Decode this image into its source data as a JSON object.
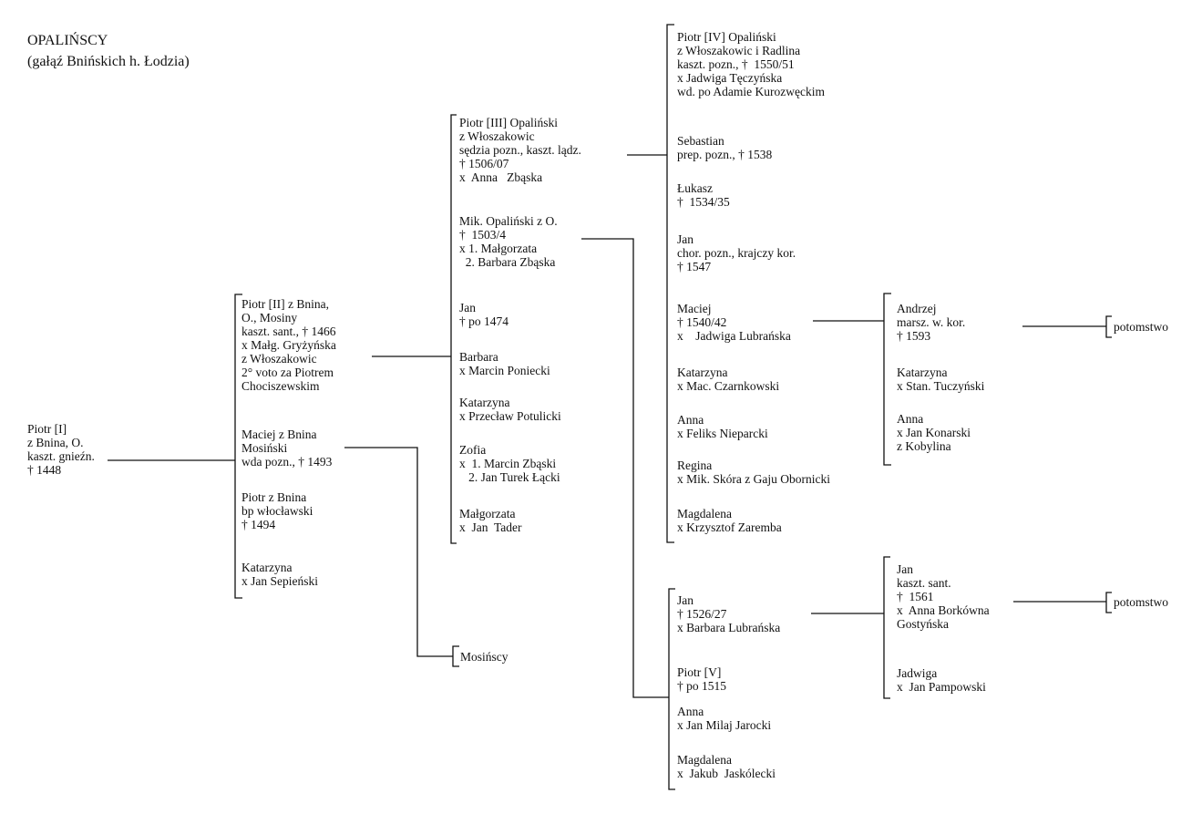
{
  "title": {
    "name": "OPALIŃSCY",
    "subtitle": "(gałąź Bnińskich h. Łodzia)"
  },
  "persons": {
    "piotr1": "Piotr [I]\nz Bnina, O.\nkaszt. gnieźn.\n† 1448",
    "piotr2": "Piotr [II] z Bnina,\nO., Mosiny\nkaszt. sant., † 1466\nx Małg. Gryżyńska\nz Włoszakowic\n2° voto za Piotrem\nChociszewskim",
    "maciej_bnin": "Maciej z Bnina\nMosiński\nwda pozn., † 1493",
    "piotr_bp": "Piotr z Bnina\nbp włocławski\n† 1494",
    "katarzyna_sep": "Katarzyna\nx Jan Sepieński",
    "piotr3": "Piotr [III] Opaliński\nz Włoszakowic\nsędzia pozn., kaszt. lądz.\n† 1506/07\nx  Anna   Zbąska",
    "mik": "Mik. Opaliński z O.\n†  1503/4\nx 1. Małgorzata\n  2. Barbara Zbąska",
    "jan_1474": "Jan\n† po 1474",
    "barbara_pon": "Barbara\nx Marcin Poniecki",
    "katarzyna_pot": "Katarzyna\nx Przecław Potulicki",
    "zofia": "Zofia\nx  1. Marcin Zbąski\n   2. Jan Turek Łącki",
    "malgorzata_tad": "Małgorzata\nx  Jan  Tader",
    "piotr4": "Piotr [IV] Opaliński\nz Włoszakowic i Radlina\nkaszt. pozn., †  1550/51\nx Jadwiga Tęczyńska\nwd. po Adamie Kurozwęckim",
    "sebastian": "Sebastian\nprep. pozn., † 1538",
    "lukasz": "Łukasz\n†  1534/35",
    "jan_chor": "Jan\nchor. pozn., krajczy kor.\n† 1547",
    "maciej_1540": "Maciej\n† 1540/42\nx    Jadwiga Lubrańska",
    "katarzyna_cz": "Katarzyna\nx Mac. Czarnkowski",
    "anna_nie": "Anna\nx Feliks Nieparcki",
    "regina": "Regina\nx Mik. Skóra z Gaju Obornicki",
    "magdalena_zar": "Magdalena\nx Krzysztof Zaremba",
    "andrzej": "Andrzej\nmarsz. w. kor.\n† 1593",
    "katarzyna_tuc": "Katarzyna\nx Stan. Tuczyński",
    "anna_kon": "Anna\nx Jan Konarski\nz Kobylina",
    "jan_1526": "Jan\n† 1526/27\nx Barbara Lubrańska",
    "piotr5": "Piotr [V]\n† po 1515",
    "anna_jar": "Anna\nx Jan Milaj Jarocki",
    "magdalena_jas": "Magdalena\nx  Jakub  Jaskólecki",
    "jan_sant": "Jan\nkaszt. sant.\n†  1561\nx  Anna Borkówna\nGostyńska",
    "jadwiga_pam": "Jadwiga\nx  Jan Pampowski"
  },
  "branches": {
    "mosinscy": "Mosińscy",
    "potomstwo_1": "potomstwo",
    "potomstwo_2": "potomstwo"
  }
}
